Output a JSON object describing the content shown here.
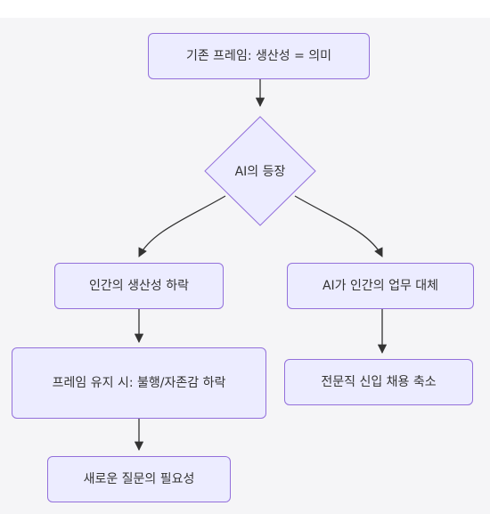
{
  "diagram": {
    "type": "flowchart",
    "colors": {
      "background": "#f5f5f7",
      "node_fill": "#ececff",
      "node_border": "#9370db",
      "edge": "#333333",
      "text": "#333333"
    },
    "nodes": {
      "frame": "기존 프레임: 생산성 = 의미",
      "ai": "AI의 등장",
      "decline": "인간의 생산성 하락",
      "replace": "AI가 인간의 업무 대체",
      "anxiety": "프레임 유지 시: 불행/자존감 하락",
      "shrink": "전문직 신입 채용 축소",
      "question": "새로운 질문의 필요성"
    },
    "edges": [
      [
        "frame",
        "ai"
      ],
      [
        "ai",
        "decline"
      ],
      [
        "ai",
        "replace"
      ],
      [
        "decline",
        "anxiety"
      ],
      [
        "replace",
        "shrink"
      ],
      [
        "anxiety",
        "question"
      ]
    ]
  }
}
